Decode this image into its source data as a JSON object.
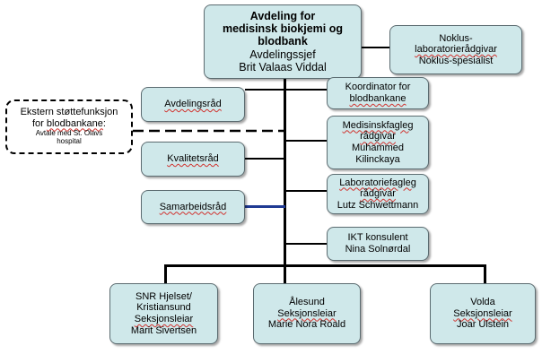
{
  "head": {
    "line1": "Avdeling for",
    "line2": "medisinsk biokjemi og",
    "line3": "blodbank",
    "line4": "Avdelingssjef",
    "line5": "Brit Valaas Viddal"
  },
  "noklus": {
    "line1": "Noklus-",
    "line2": "laboratorierådgivar",
    "line3": "Noklus-spesialist"
  },
  "avdelingsrad": "Avdelingsråd",
  "koordinator": {
    "line1": "Koordinator  for",
    "line2": "blodbankane"
  },
  "ekstern": {
    "line1": "Ekstern støttefunksjon",
    "line2_a": "for ",
    "line2_b": "blodbankane",
    "line2_c": ":",
    "line3": "Avtale med St. Olavs",
    "line4": "hospital"
  },
  "medisinsk": {
    "line1": "Medisinskfagleg",
    "line2": "rådgivar",
    "line3": "Muhammed",
    "line4": "Kilinckaya"
  },
  "kvalitetsrad": "Kvalitetsråd",
  "laboratoriefagleg": {
    "line1": "Laboratoriefagleg",
    "line2": "rådgivar",
    "line3": "Lutz Schwettmann"
  },
  "samarbeidsrad": "Samarbeidsråd",
  "ikt": {
    "line1": "IKT konsulent",
    "line2": "Nina Solnørdal"
  },
  "snr": {
    "line1": "SNR Hjelset/",
    "line2": "Kristiansund",
    "line3": "Seksjonsleiar",
    "line4": "Marit Sivertsen"
  },
  "alesund": {
    "line1": "Ålesund",
    "line2": "Seksjonsleiar",
    "line3": "Marie Nora Roald"
  },
  "volda": {
    "line1": "Volda",
    "line2": "Seksjonsleiar",
    "line3": "Joar Ulstein"
  },
  "colors": {
    "box_fill": "#cfe8ea",
    "samarbeid_link": "#1f3a93"
  }
}
